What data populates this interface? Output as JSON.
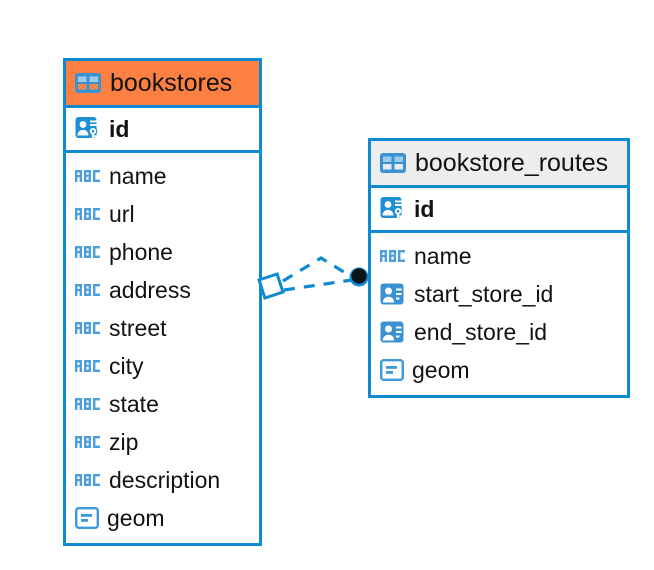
{
  "diagram": {
    "type": "entity-relationship-diagram",
    "background": "#ffffff",
    "accent_blue": "#0e8ad0",
    "highlight_orange": "#fb8042",
    "header_grey": "#ededed"
  },
  "entities": [
    {
      "name": "bookstores",
      "header_style": "orange",
      "header_icon": "table-icon",
      "primary_key": {
        "label": "id",
        "icon": "primary-key-icon"
      },
      "fields": [
        {
          "label": "name",
          "icon": "text-abc-icon"
        },
        {
          "label": "url",
          "icon": "text-abc-icon"
        },
        {
          "label": "phone",
          "icon": "text-abc-icon"
        },
        {
          "label": "address",
          "icon": "text-abc-icon"
        },
        {
          "label": "street",
          "icon": "text-abc-icon"
        },
        {
          "label": "city",
          "icon": "text-abc-icon"
        },
        {
          "label": "state",
          "icon": "text-abc-icon"
        },
        {
          "label": "zip",
          "icon": "text-abc-icon"
        },
        {
          "label": "description",
          "icon": "text-abc-icon"
        },
        {
          "label": "geom",
          "icon": "geometry-icon"
        }
      ]
    },
    {
      "name": "bookstore_routes",
      "header_style": "grey",
      "header_icon": "table-icon",
      "primary_key": {
        "label": "id",
        "icon": "primary-key-icon"
      },
      "fields": [
        {
          "label": "name",
          "icon": "text-abc-icon"
        },
        {
          "label": "start_store_id",
          "icon": "foreign-key-icon"
        },
        {
          "label": "end_store_id",
          "icon": "foreign-key-icon"
        },
        {
          "label": "geom",
          "icon": "geometry-icon"
        }
      ]
    }
  ],
  "relationship": {
    "from_entity": "bookstores",
    "to_entity": "bookstore_routes",
    "line_style": "dashed",
    "line_color": "#0e8ad0",
    "source_marker": "diamond-outline",
    "target_marker": "filled-circle"
  }
}
